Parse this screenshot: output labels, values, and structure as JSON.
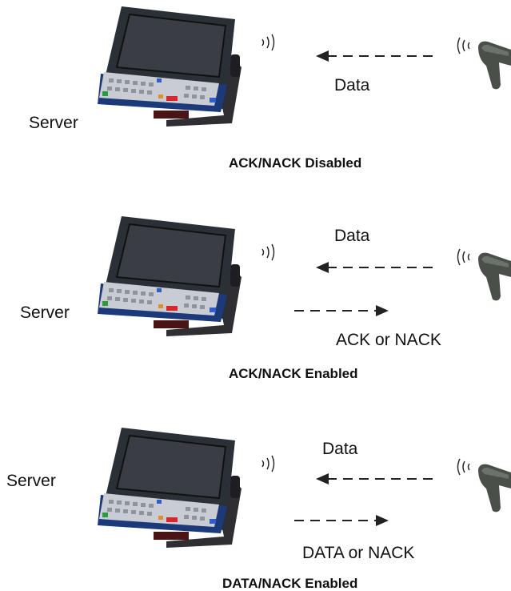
{
  "panels": [
    {
      "server_label": "Server",
      "inbound_label": "Data",
      "outbound_label": "",
      "caption": "ACK/NACK Disabled"
    },
    {
      "server_label": "Server",
      "inbound_label": "Data",
      "outbound_label": "ACK or NACK",
      "caption": "ACK/NACK Enabled"
    },
    {
      "server_label": "Server",
      "inbound_label": "Data",
      "outbound_label": "DATA or NACK",
      "caption": "DATA/NACK Enabled"
    }
  ],
  "icons": {
    "terminal": "vehicle-mount-terminal-icon",
    "scanner": "handheld-barcode-scanner-icon",
    "wave_out": "radio-waves-outgoing-icon",
    "wave_in": "radio-waves-incoming-icon",
    "arrow_left": "dashed-arrow-left-icon",
    "arrow_right": "dashed-arrow-right-icon"
  },
  "colors": {
    "terminal_body": "#2b2f36",
    "terminal_frame": "#1c3a7a",
    "terminal_screen": "#3a3d44",
    "keypad": "#c9cdd3",
    "scanner_body": "#4a4f4a",
    "arrow": "#222222"
  }
}
